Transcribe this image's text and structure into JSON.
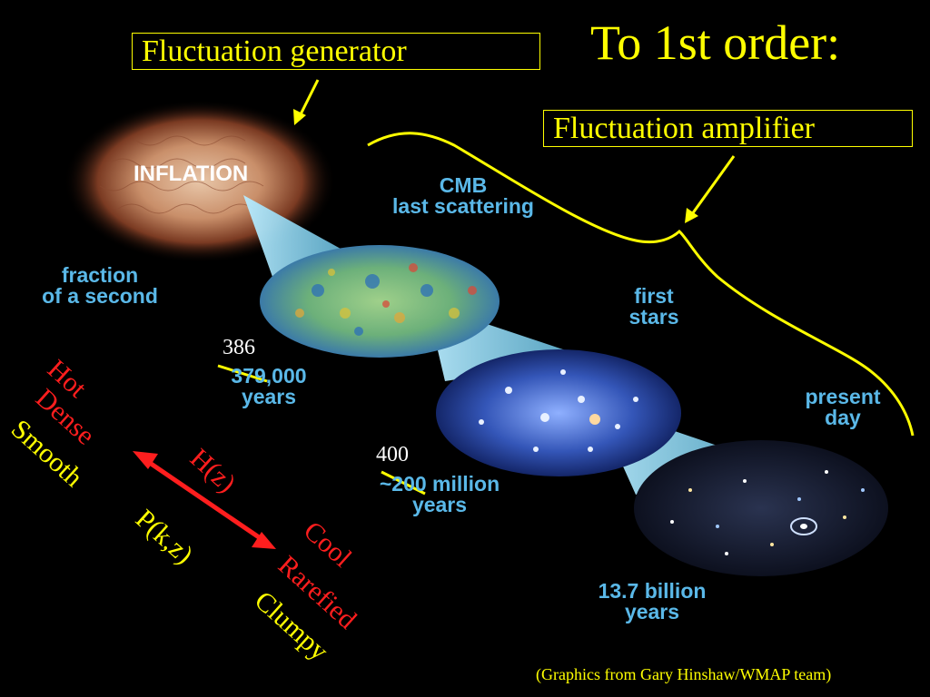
{
  "title": "To 1st order:",
  "fluctuation_generator": "Fluctuation generator",
  "fluctuation_amplifier": "Fluctuation amplifier",
  "inflation_label": "INFLATION",
  "cmb_line1": "CMB",
  "cmb_line2": "last scattering",
  "fraction_line1": "fraction",
  "fraction_line2": "of a second",
  "first_stars_line1": "first",
  "first_stars_line2": "stars",
  "years_379_line1": "379,000",
  "years_379_line2": "years",
  "correction_386": "386",
  "million_line1": "~200 million",
  "million_line2": "years",
  "correction_400": "400",
  "present_line1": "present",
  "present_line2": "day",
  "billion_line1": "13.7 billion",
  "billion_line2": "years",
  "hot": "Hot",
  "dense": "Dense",
  "smooth": "Smooth",
  "cool": "Cool",
  "rarefied": "Rarefied",
  "clumpy": "Clumpy",
  "hz_label": "H(z)",
  "pkz_label": "P(k,z)",
  "credit": "(Graphics from Gary Hinshaw/WMAP team)",
  "colors": {
    "yellow": "#ffff00",
    "red": "#ff1e1e",
    "label_blue": "#5ab8e8",
    "cone": "#8fd3ea"
  }
}
